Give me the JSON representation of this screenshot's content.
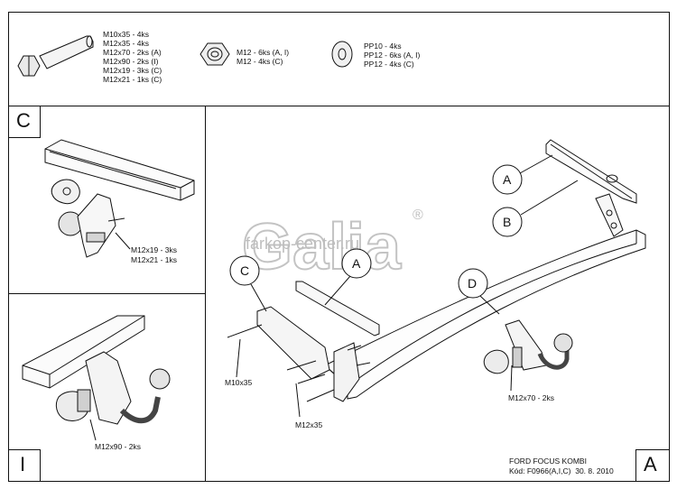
{
  "header": {
    "bolts": [
      "M10x35 - 4ks",
      "M12x35 - 4ks",
      "M12x70 - 2ks (A)",
      "M12x90 - 2ks (I)",
      "M12x19 - 3ks (C)",
      "M12x21 - 1ks (C)"
    ],
    "nuts": [
      "M12 - 6ks (A, I)",
      "M12 - 4ks (C)"
    ],
    "washers": [
      "PP10 - 4ks",
      "PP12 - 6ks (A, I)",
      "PP12 - 4ks (C)"
    ]
  },
  "panels": {
    "c": {
      "corner": "C",
      "bolt_labels": [
        "M12x19 - 3ks",
        "M12x21 - 1ks"
      ]
    },
    "i": {
      "corner": "I",
      "bolt_label": "M12x90 - 2ks"
    },
    "a": {
      "corner": "A",
      "callouts": [
        "A",
        "B",
        "C",
        "A",
        "D"
      ],
      "labels": [
        "M10x35",
        "M12x35",
        "M12x70 - 2ks"
      ]
    }
  },
  "watermark": {
    "logo": "Galia",
    "site": "farkop-center.ru",
    "mark": "®"
  },
  "footer": {
    "model": "FORD FOCUS KOMBI",
    "code": "Kód: F0966(A,I,C)  30. 8. 2010"
  }
}
